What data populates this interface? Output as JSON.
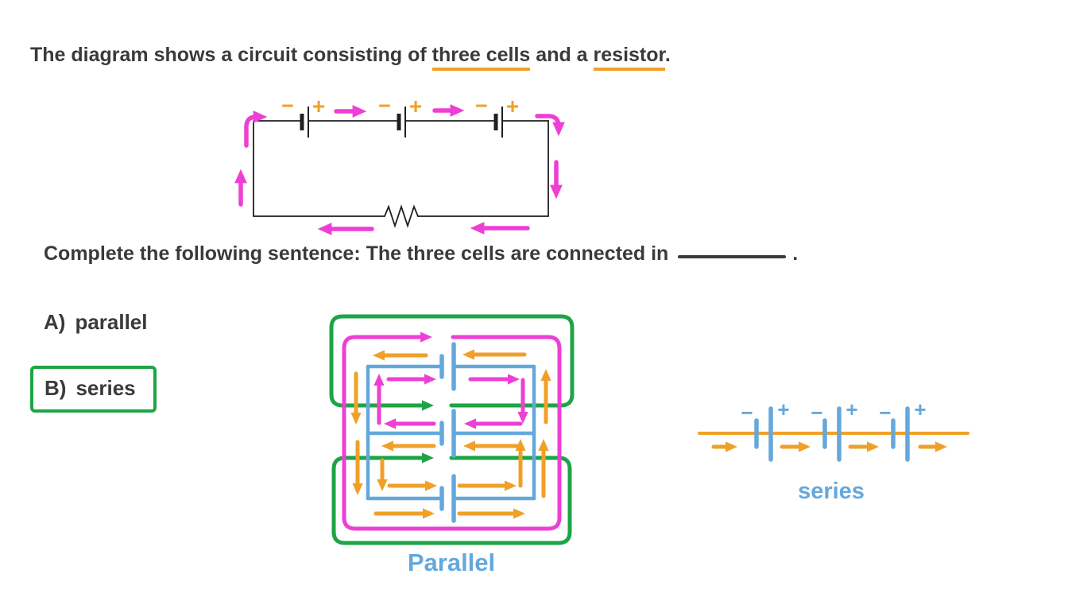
{
  "question": {
    "line1": {
      "pre": "The diagram shows a circuit consisting of ",
      "underline1": "three cells",
      "mid": " and a ",
      "underline2": "resistor",
      "end": "."
    },
    "line2": {
      "text": "Complete the following sentence: The three cells are connected in",
      "end": "."
    }
  },
  "options": [
    {
      "letter": "A)",
      "label": "parallel",
      "boxed": false
    },
    {
      "letter": "B)",
      "label": "series",
      "boxed": true
    }
  ],
  "answer_boxed": "B",
  "circuit": {
    "minus": "−",
    "plus": "+"
  },
  "labels": {
    "parallel": "Parallel",
    "series": "series"
  },
  "colors": {
    "ink": "#3a3a3c",
    "magenta": "#ee3fd4",
    "orange": "#f0a028",
    "green": "#1ea446",
    "blue": "#64a8dc",
    "wire_black": "#1f1f1f"
  }
}
